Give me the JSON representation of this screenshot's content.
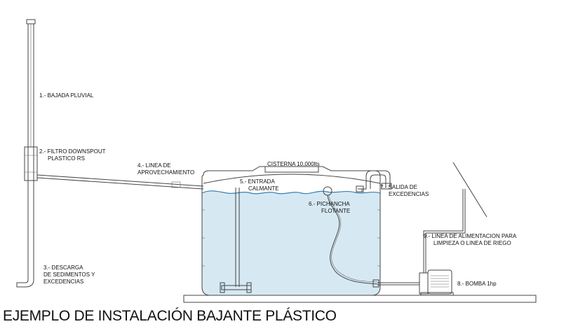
{
  "labels": {
    "bajada": "1.-   BAJADA PLUVIAL",
    "filtro_1": "2.-  FILTRO DOWNSPOUT",
    "filtro_2": "PLASTICO RS",
    "descarga_1": "3.- DESCARGA",
    "descarga_2": "DE SEDIMENTOS Y",
    "descarga_3": "EXCEDENCIAS",
    "linea_aprov_1": "4.-   LINEA DE",
    "linea_aprov_2": "APROVECHAMIENTO",
    "entrada_1": "5.-   ENTRADA",
    "entrada_2": "CALMANTE",
    "pichancha_1": "6.-   PICHANCHA",
    "pichancha_2": "FLOTANTE",
    "salida_1": "7.-   SALIDA DE",
    "salida_2": "EXCEDENCIAS",
    "bomba": "8.-   BOMBA 1hp",
    "alimentacion_1": "9.-   LINEA DE ALIMENTACION PARA",
    "alimentacion_2": "LIMPIEZA O LINEA DE RIEGO",
    "cisterna": "CISTERNA 10,000lts"
  },
  "title": "EJEMPLO DE INSTALACIÓN BAJANTE PLÁSTICO",
  "colors": {
    "water": "#d6e9f3",
    "line": "#444444",
    "wave": "#3a7fb0"
  }
}
